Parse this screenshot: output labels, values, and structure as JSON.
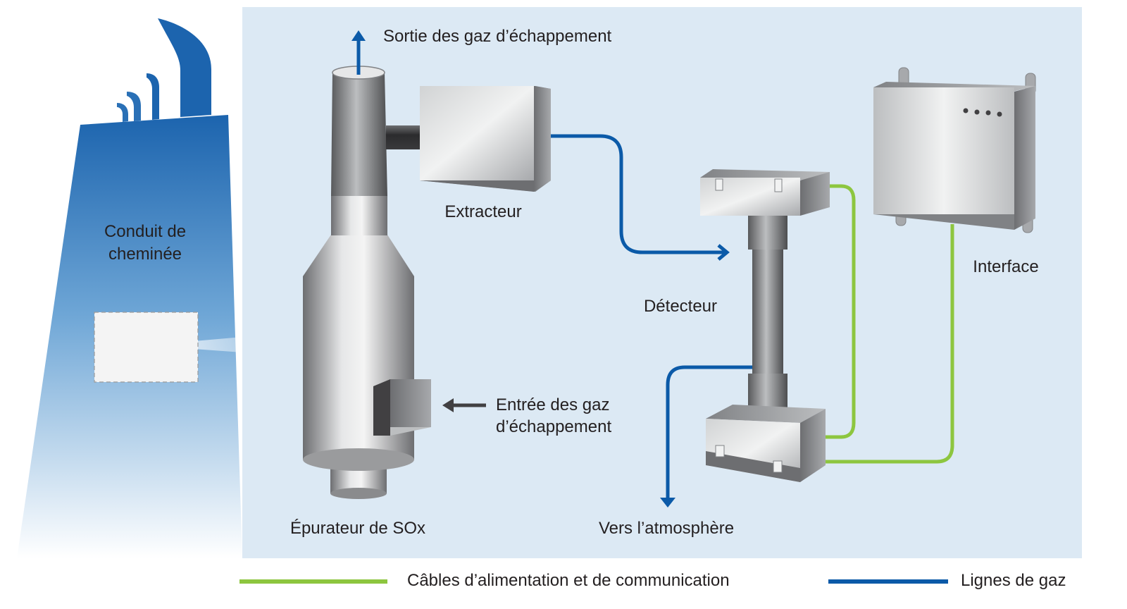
{
  "labels": {
    "chimney_line1": "Conduit de",
    "chimney_line2": "cheminée",
    "exhaust_outlet": "Sortie des gaz d’échappement",
    "extractor": "Extracteur",
    "detector": "Détecteur",
    "interface": "Interface",
    "inlet_line1": "Entrée des gaz",
    "inlet_line2": "d’échappement",
    "scrubber": "Épurateur de SOx",
    "atmosphere": "Vers l’atmosphère"
  },
  "legend": {
    "power_comm": "Câbles d’alimentation et de communication",
    "gas_lines": "Lignes de gaz"
  },
  "colors": {
    "panel_bg": "#dce9f4",
    "gas_line": "#0b5aa8",
    "power_line": "#8dc63f",
    "chimney_top": "#1c64ae",
    "text": "#231f20"
  }
}
